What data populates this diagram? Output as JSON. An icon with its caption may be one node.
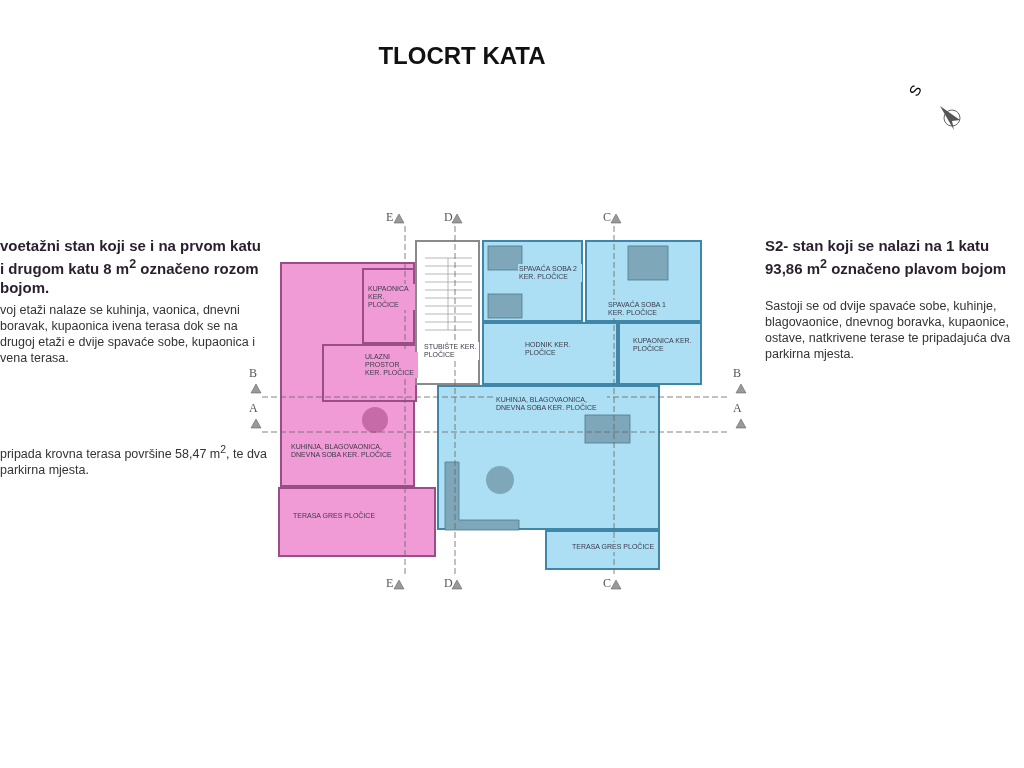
{
  "diagram": {
    "title": "TLOCRT KATA",
    "nodes": [
      {
        "text": [
          "KUHINJA, BLAGOVAONICA, DNEVNA SOBA KER. PLOČICE"
        ]
      },
      {
        "text": [
          "KUPAONICA KER. PLOČICE"
        ],
        "in": 0
      },
      {
        "text": [
          "ULAZNI PROSTOR KER. PLOČICE"
        ],
        "in": 0
      },
      {
        "text": [
          "STUBIŠTE KER. PLOČICE"
        ]
      },
      {
        "text": [
          "TERASA GRES PLOČICE"
        ]
      },
      {
        "text": [
          "SPAVAĆA SOBA 2 KER. PLOČICE"
        ]
      },
      {
        "text": [
          "SPAVAĆA SOBA 1 KER. PLOČICE"
        ]
      },
      {
        "text": [
          "HODNIK KER. PLOČICE"
        ]
      },
      {
        "text": [
          "KUPAONICA KER. PLOČICE"
        ]
      },
      {
        "text": [
          "KUHINJA, BLAGOVAONICA, DNEVNA SOBA KER. PLOČICE"
        ]
      },
      {
        "text": [
          "TERASA GRES PLOČICE"
        ]
      }
    ],
    "labels": [
      "S",
      "E",
      "D",
      "C",
      "voetažni stan koji se i na prvom katu i drugom katu 8 m$^{2}$ označeno rozom bojom.",
      "S2- stan koji se nalazi na 1 katu 93,86 m$^{2}$ označeno plavom bojom",
      "voj etaži nalaze se kuhinja, vaonica, dnevni boravak, kupaonica ivena terasa dok se na drugoj etaži e dvije spavaće sobe, kupaonica i vena terasa.",
      "Sastoji se od dvije spavaće sobe, kuhinje, blagovaonice, dnevnog boravka, kupaonice, ostave, natkrivene terase te pripadajuća dva parkirna mjesta.",
      "B",
      "B",
      "A",
      "A",
      "pripada krovna terasa površine 58,47 m$^{2}$, te dva parkirna mjesta.",
      "E",
      "D",
      "C"
    ]
  }
}
